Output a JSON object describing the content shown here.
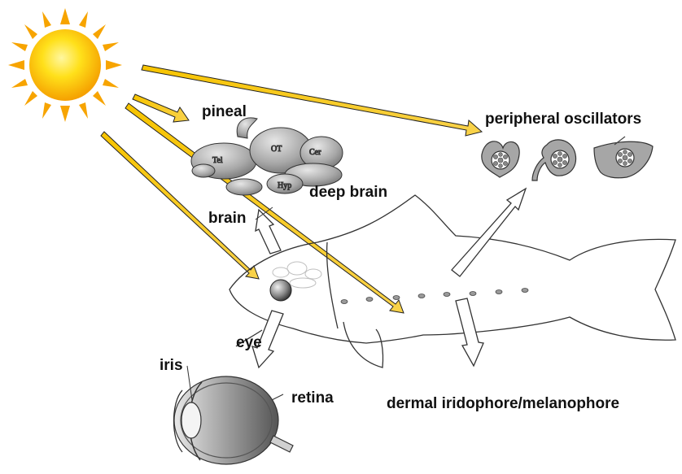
{
  "labels": {
    "pineal": "pineal",
    "deep_brain": "deep brain",
    "brain": "brain",
    "peripheral": "peripheral oscillators",
    "eye": "eye",
    "iris": "iris",
    "retina": "retina",
    "dermal": "dermal iridophore/melanophore"
  },
  "brain_regions": {
    "tel": "Tel",
    "ot": "OT",
    "cer": "Cer",
    "hyp": "Hyp"
  },
  "colors": {
    "sun_core": "#ffe31a",
    "sun_edge": "#f5a300",
    "ray": "#f2b500",
    "arrow_outline": "#333333",
    "organ_fill": "#9a9a9a"
  }
}
